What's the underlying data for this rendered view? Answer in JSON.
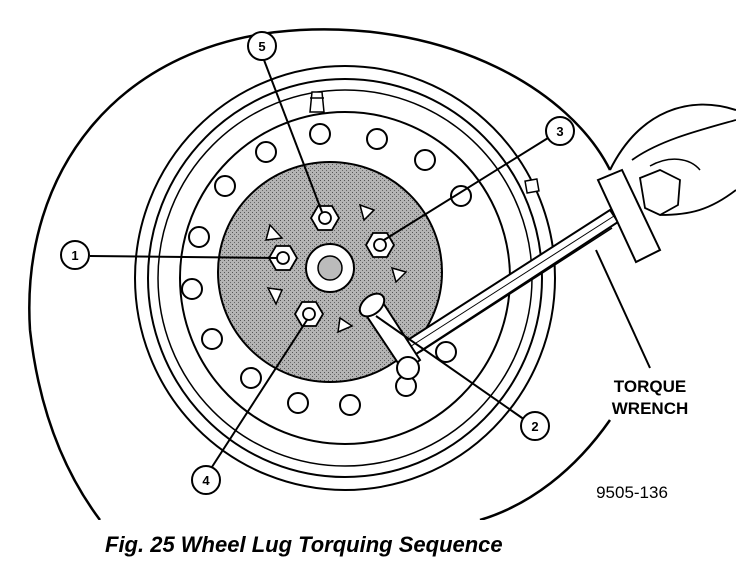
{
  "callouts": [
    {
      "number": "1",
      "position": "left lug nut"
    },
    {
      "number": "2",
      "position": "lug nut under wrench socket"
    },
    {
      "number": "3",
      "position": "right lug nut"
    },
    {
      "number": "4",
      "position": "lower-left lug nut"
    },
    {
      "number": "5",
      "position": "top lug nut"
    }
  ],
  "wrench_label": {
    "line1": "TORQUE",
    "line2": "WRENCH"
  },
  "drawing_id": "9505-136",
  "caption": "Fig. 25 Wheel Lug Torquing Sequence",
  "colors": {
    "line": "#000000",
    "hub_fill": "#9a9a9a",
    "background": "#ffffff"
  }
}
